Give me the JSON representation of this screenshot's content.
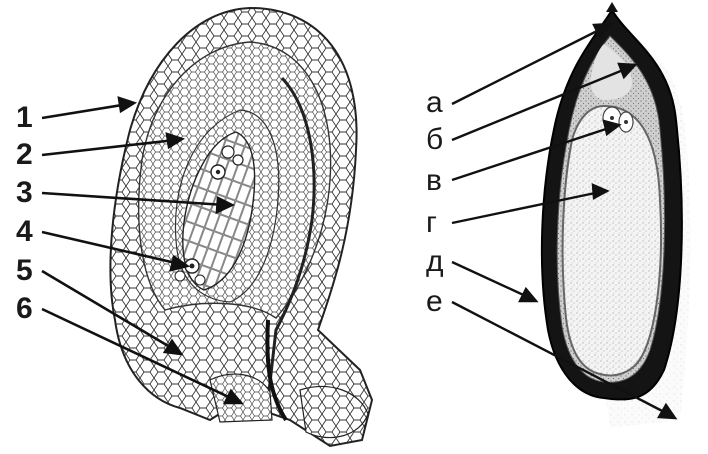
{
  "left_figure": {
    "labels": [
      "1",
      "2",
      "3",
      "4",
      "5",
      "6"
    ]
  },
  "right_figure": {
    "labels": [
      "а",
      "б",
      "в",
      "г",
      "д",
      "е"
    ]
  }
}
